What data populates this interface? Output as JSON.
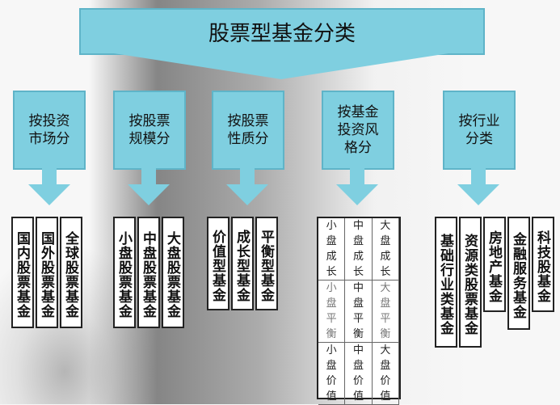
{
  "title": "股票型基金分类",
  "categories": [
    {
      "lines": [
        "按投资",
        "市场分"
      ],
      "items": [
        "国内股票基金",
        "国外股票基金",
        "全球股票基金"
      ]
    },
    {
      "lines": [
        "按股票",
        "规模分"
      ],
      "items": [
        "小盘股票基金",
        "中盘股票基金",
        "大盘股票基金"
      ]
    },
    {
      "lines": [
        "按股票",
        "性质分"
      ],
      "items": [
        "价值型基金",
        "成长型基金",
        "平衡型基金"
      ]
    },
    {
      "lines": [
        "按基金",
        "投资风",
        "格分"
      ],
      "grid": [
        [
          "小盘成长",
          "中盘成长",
          "大盘成长"
        ],
        [
          "小盘平衡",
          "中盘平衡",
          "大盘平衡"
        ],
        [
          "小盘价值",
          "中盘价值",
          "大盘价值"
        ]
      ]
    },
    {
      "lines": [
        "按行业",
        "分类"
      ],
      "items": [
        "基础行业类基金",
        "资源类股票基金",
        "房地产基金",
        "金融服务基金",
        "科技股基金"
      ]
    }
  ]
}
